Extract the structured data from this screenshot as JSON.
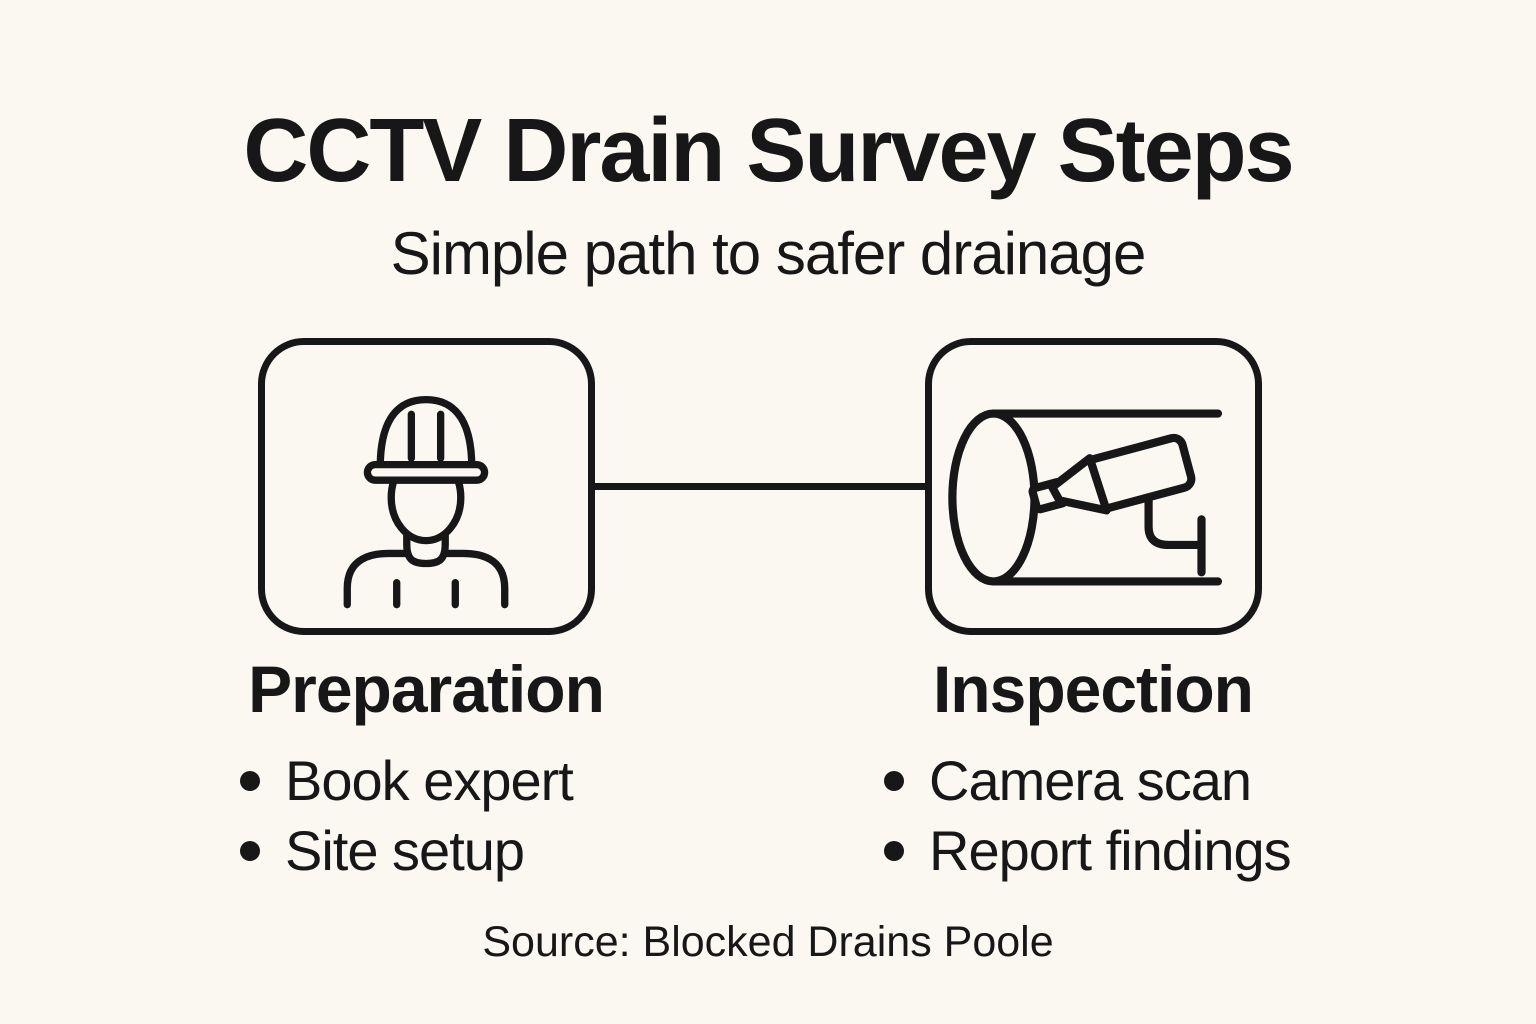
{
  "colors": {
    "background": "#FAF8F1",
    "ink": "#171717"
  },
  "header": {
    "title": "CCTV Drain Survey Steps",
    "subtitle": "Simple path to safer drainage"
  },
  "steps": [
    {
      "icon": "worker-hard-hat-icon",
      "label": "Preparation",
      "bullets": [
        "Book expert",
        "Site setup"
      ]
    },
    {
      "icon": "cctv-pipe-camera-icon",
      "label": "Inspection",
      "bullets": [
        "Camera scan",
        "Report findings"
      ]
    }
  ],
  "footer": {
    "source": "Source: Blocked Drains Poole"
  }
}
